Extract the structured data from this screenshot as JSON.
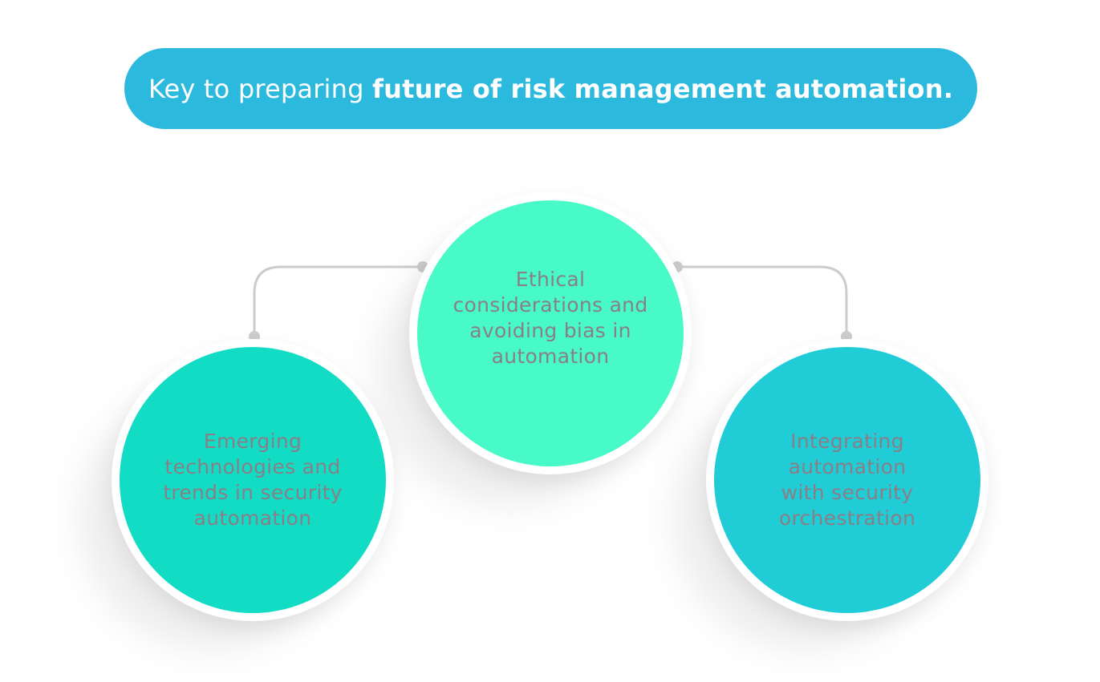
{
  "title": {
    "prefix": "Key to preparing",
    "emphasis": "future of risk management automation."
  },
  "nodes": [
    {
      "lines": [
        "Ethical",
        "considerations and",
        "avoiding bias in",
        "automation"
      ],
      "color": "#47fac7"
    },
    {
      "lines": [
        "Emerging",
        "technologies and",
        "trends in security",
        "automation"
      ],
      "color": "#13dcc5"
    },
    {
      "lines": [
        "Integrating",
        "automation",
        "with security",
        "orchestration"
      ],
      "color": "#20ccd6"
    }
  ],
  "colors": {
    "title_background": "#2bb9de",
    "title_text": "#ffffff",
    "node_text": "#8a7f86",
    "connector": "#cccccc"
  }
}
